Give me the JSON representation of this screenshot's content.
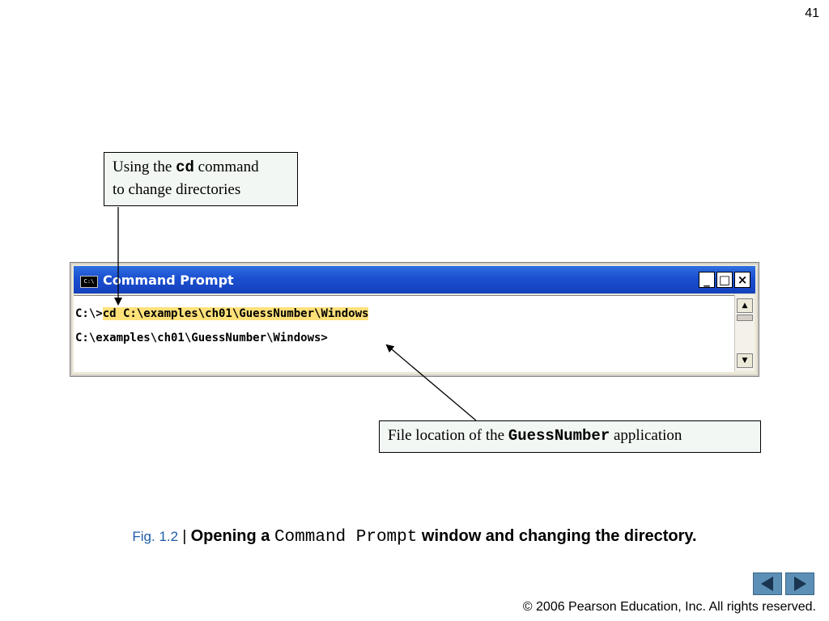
{
  "page_number": "41",
  "callout_cd": {
    "text_before": "Using the ",
    "code": "cd",
    "text_after": " command",
    "line2": "to change directories"
  },
  "window": {
    "title": "Command Prompt",
    "icon_text": "C:\\",
    "minimize_label": "_",
    "maximize_label": "□",
    "close_label": "×",
    "line1_prompt": "C:\\>",
    "line1_command": "cd C:\\examples\\ch01\\GuessNumber\\Windows",
    "line2": "C:\\examples\\ch01\\GuessNumber\\Windows>"
  },
  "callout_location": {
    "text_before": "File location of the ",
    "code": "GuessNumber",
    "text_after": " application"
  },
  "caption": {
    "fig": "Fig. 1.2",
    "separator": " | ",
    "text1": "Opening a ",
    "code": "Command Prompt",
    "text2": " window and changing the directory."
  },
  "nav": {
    "prev_icon": "triangle-left-icon",
    "next_icon": "triangle-right-icon"
  },
  "copyright": "© 2006 Pearson Education, Inc.  All rights reserved.",
  "colors": {
    "titlebar": "#1b4fd0",
    "highlight": "#ffe17a",
    "fig_label": "#1f5ca9",
    "nav": "#5c8fb5"
  }
}
